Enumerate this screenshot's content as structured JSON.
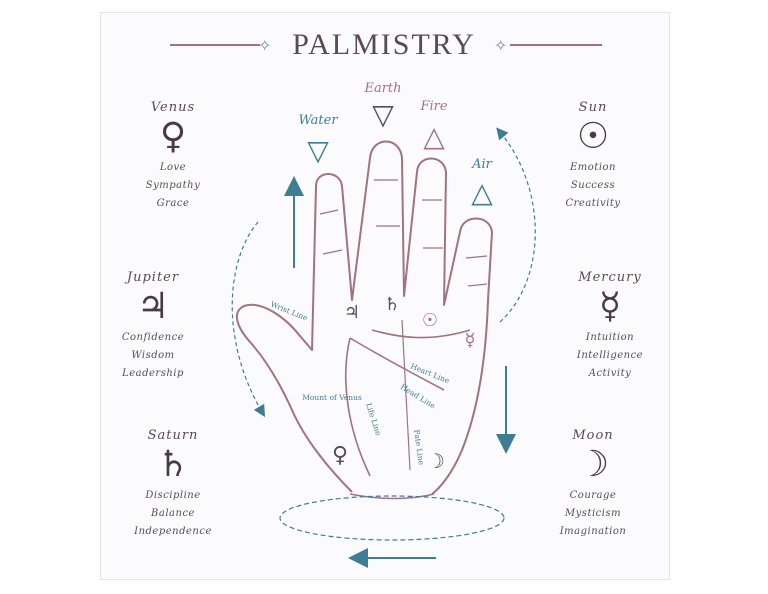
{
  "title": "PALMISTRY",
  "colors": {
    "mauve": "#a3727f",
    "blue": "#3e7d93",
    "text": "#5a4a58"
  },
  "elements": [
    {
      "name": "Earth",
      "symbol": "▽"
    },
    {
      "name": "Water",
      "symbol": "▽"
    },
    {
      "name": "Fire",
      "symbol": "△"
    },
    {
      "name": "Air",
      "symbol": "△"
    }
  ],
  "planets": {
    "venus": {
      "name": "Venus",
      "symbol": "♀",
      "traits": [
        "Love",
        "Sympathy",
        "Grace"
      ]
    },
    "jupiter": {
      "name": "Jupiter",
      "symbol": "♃",
      "traits": [
        "Confidence",
        "Wisdom",
        "Leadership"
      ]
    },
    "saturn": {
      "name": "Saturn",
      "symbol": "♄",
      "traits": [
        "Discipline",
        "Balance",
        "Independence"
      ]
    },
    "sun": {
      "name": "Sun",
      "symbol": "☉",
      "traits": [
        "Emotion",
        "Success",
        "Creativity"
      ]
    },
    "mercury": {
      "name": "Mercury",
      "symbol": "☿",
      "traits": [
        "Intuition",
        "Intelligence",
        "Activity"
      ]
    },
    "moon": {
      "name": "Moon",
      "symbol": "☽",
      "traits": [
        "Courage",
        "Mysticism",
        "Imagination"
      ]
    }
  },
  "hand": {
    "finger_symbols": {
      "index": "♃",
      "middle": "♄",
      "ring": "☉",
      "little": "☿"
    },
    "palm_symbols": {
      "venus": "♀",
      "moon": "☽"
    },
    "lines": {
      "life": "Life Line",
      "head": "Head Line",
      "heart": "Heart Line",
      "fate": "Fate Line",
      "venus_mount": "Mount of Venus",
      "wrist": "Wrist Line"
    }
  }
}
